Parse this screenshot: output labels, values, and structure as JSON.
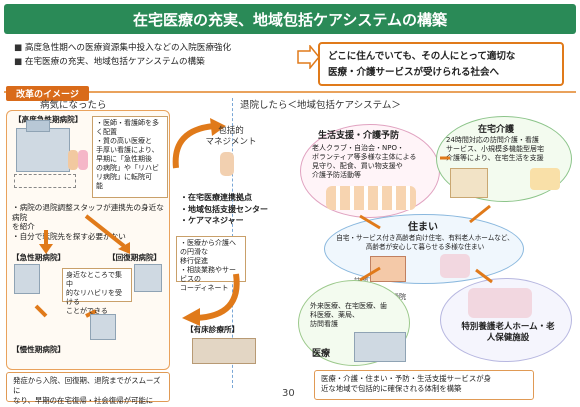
{
  "title": "在宅医療の充実、地域包括ケアシステムの構築",
  "bullets": [
    "高度急性期への医療資源集中投入などの入院医療強化",
    "在宅医療の充実、地域包括ケアシステムの構築"
  ],
  "goal_lines": [
    "どこに住んでいても、その人にとって適切な",
    "医療・介護サービスが受けられる社会へ"
  ],
  "reform_label": "改革のイメージ",
  "left_header": "病気になったら",
  "right_header": "退院したら＜地域包括ケアシステム＞",
  "hospital_acute_label": "【高度急性期病院】",
  "hospital_acute_notes": [
    "・医師・看護師を多",
    "く配置",
    "・質の高い医療と",
    "手厚い看護により、",
    "早期に「急性期後",
    "の病院」や「リハビ",
    "リ病院」に転院可",
    "能"
  ],
  "discharge_notes": [
    "・病院の退院調整スタッフが連携先の身近な病院",
    "を紹介",
    "・自分で転院先を探す必要がない"
  ],
  "acute_label": "【急性期病院】",
  "recovery_label": "【回復期病院】",
  "rehab_note": [
    "身近なところで集中",
    "的なリハビリを受ける",
    "ことができる"
  ],
  "chronic_label": "【慢性期病院】",
  "left_footer": [
    "発症から入院、回復期、退院までがスムーズに",
    "なり、早期の在宅復帰・社会復帰が可能に"
  ],
  "care_mgmt_title": [
    "包括的",
    "マネジメント"
  ],
  "care_mgmt_items": [
    "・在宅医療連携拠点",
    "・地域包括支援センター",
    "・ケアマネジャー"
  ],
  "care_mgmt_notes": [
    "・医療から介護への円滑な",
    "移行促進",
    "・相談業務やサービスの",
    "コーディネート"
  ],
  "clinic_label": "【有床診療所】",
  "life_support_title": "生活支援・介護予防",
  "life_support_text": [
    "老人クラブ・自治会・NPO・",
    "ボランティア等多様な主体による",
    "見守り、配食、買い物支援や",
    "介護予防活動等"
  ],
  "home_care_title": "在宅介護",
  "home_care_text": [
    "24時間対応の訪問介護・看護",
    "サービス、小規模多機能型居宅",
    "介護等により、在宅生活を支援"
  ],
  "housing_title": "住まい",
  "housing_text": [
    "自宅・サービス付き高齢者向け住宅、有料老人ホームなど、",
    "高齢者が安心して暮らせる多様な住まい"
  ],
  "visit_label": "訪問",
  "outpatient_label": "通院",
  "medical_text": [
    "外来医療、在宅医療、歯",
    "科医療、薬局、",
    "訪問看護"
  ],
  "medical_title": "医療",
  "nursing_home_title": [
    "特別養護老人ホーム・老",
    "人保健施設"
  ],
  "right_footer": [
    "医療・介護・住まい・予防・生活支援サービスが身",
    "近な地域で包括的に確保される体制を構築"
  ],
  "page_number": "30",
  "colors": {
    "title_bg": "#2a8a57",
    "accent_orange": "#e07a1a",
    "bubble_pink": "#e0a2c0",
    "bubble_green": "#8cc48a",
    "bubble_blue": "#8ab8de"
  }
}
